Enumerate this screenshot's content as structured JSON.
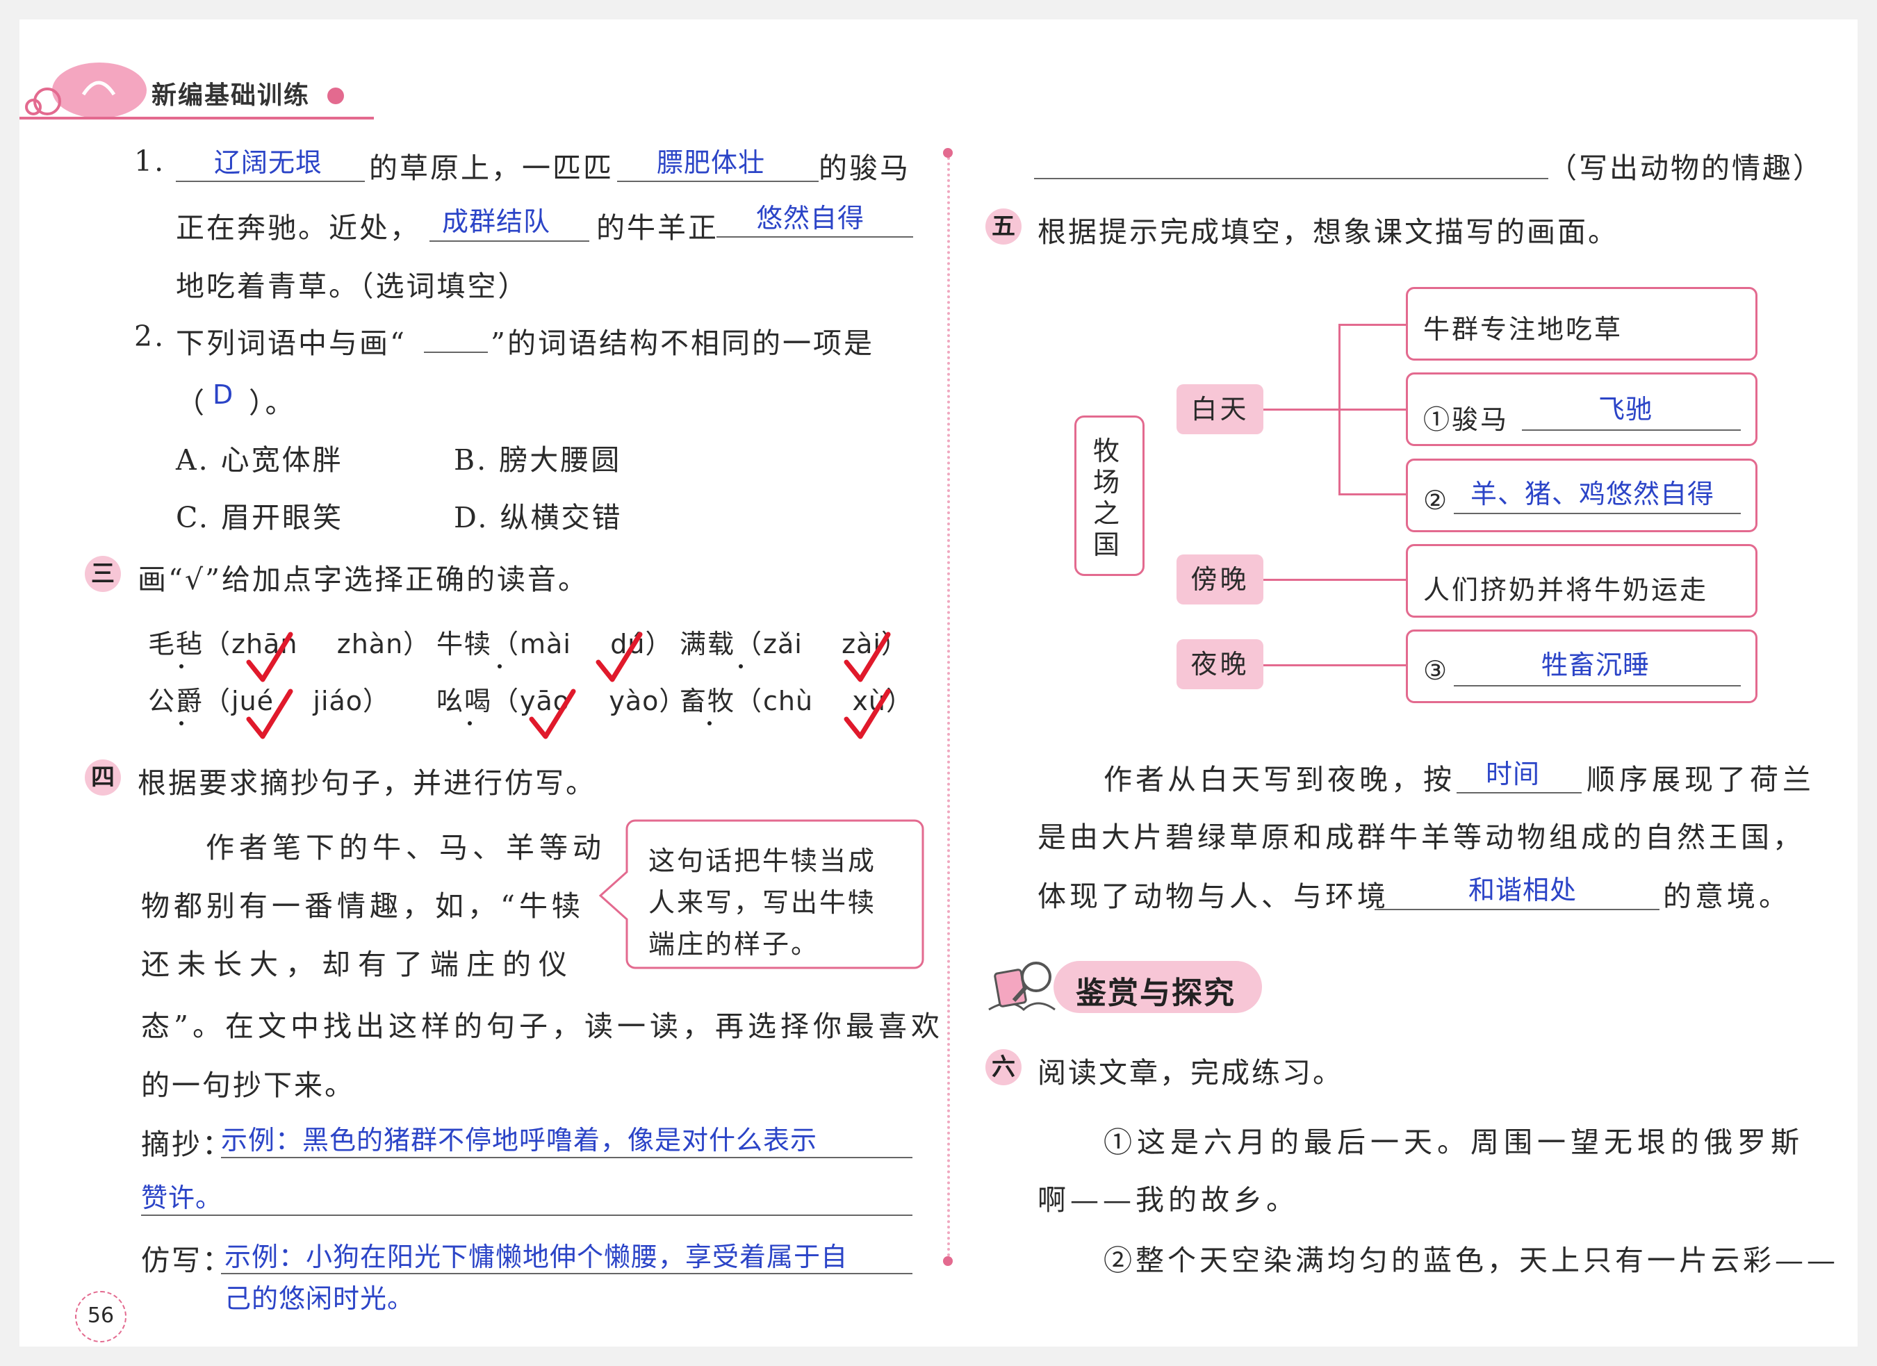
{
  "header": {
    "series_title": "新编基础训练"
  },
  "page_number": "56",
  "left": {
    "q1": {
      "num": "1.",
      "a1": "辽阔无垠",
      "t1": "的草原上，一匹匹",
      "a2": "膘肥体壮",
      "t2": "的骏马",
      "t3": "正在奔驰。近处，",
      "a3": "成群结队",
      "t4": "的牛羊正",
      "a4": "悠然自得",
      "t5": "地吃着青草。（选词填空）"
    },
    "q2": {
      "num": "2.",
      "text_a": "下列词语中与画“",
      "text_b": "”的词语结构不相同的一项是",
      "paren_open": "（",
      "answer": "D",
      "paren_close": "）。",
      "options": [
        "A. 心宽体胖",
        "B. 膀大腰圆",
        "C. 眉开眼笑",
        "D. 纵横交错"
      ]
    },
    "sec3": {
      "label": "三",
      "title": "画“√”给加点字选择正确的读音。",
      "row1": [
        {
          "char": "毛毡",
          "open": "（",
          "p1": "zhān",
          "p2": "zhàn",
          "close": "）"
        },
        {
          "char": "牛犊",
          "open": "（",
          "p1": "mài",
          "p2": "dú",
          "close": "）"
        },
        {
          "char": "满载",
          "open": "（",
          "p1": "zǎi",
          "p2": "zài",
          "close": "）"
        }
      ],
      "row2": [
        {
          "char": "公爵",
          "open": "（",
          "p1": "jué",
          "p2": "jiáo",
          "close": "）"
        },
        {
          "char": "吆喝",
          "open": "（",
          "p1": "yāo",
          "p2": "yào",
          "close": "）"
        },
        {
          "char": "畜牧",
          "open": "（",
          "p1": "chù",
          "p2": "xù",
          "close": "）"
        }
      ]
    },
    "sec4": {
      "label": "四",
      "title": "根据要求摘抄句子，并进行仿写。",
      "para_l1": "作者笔下的牛、马、羊等动",
      "para_l2": "物都别有一番情趣，如，“牛犊",
      "para_l3": "还未长大，却有了端庄的仪",
      "para_l4": "态”。在文中找出这样的句子，读一读，再选择你最喜欢",
      "para_l5": "的一句抄下来。",
      "bubble_l1": "这句话把牛犊当成",
      "bubble_l2": "人来写，写出牛犊",
      "bubble_l3": "端庄的样子。",
      "copy_label": "摘抄：",
      "copy_l1": "示例：黑色的猪群不停地呼噜着，像是对什么表示",
      "copy_l2": "赞许。",
      "imitate_label": "仿写：",
      "imitate_l1": "示例：小狗在阳光下慵懒地伸个懒腰，享受着属于自",
      "imitate_l2": "己的悠闲时光。"
    }
  },
  "right": {
    "top_note": "（写出动物的情趣）",
    "sec5": {
      "label": "五",
      "title": "根据提示完成填空，想象课文描写的画面。",
      "root": [
        "牧",
        "场",
        "之",
        "国"
      ],
      "nodes": {
        "day": "白天",
        "dusk": "傍晚",
        "night": "夜晚"
      },
      "leaves": {
        "l1": "牛群专注地吃草",
        "l2_prefix": "①骏马",
        "l2_ans": "飞驰",
        "l3_prefix": "②",
        "l3_ans": "羊、猪、鸡悠然自得",
        "l4": "人们挤奶并将牛奶运走",
        "l5_prefix": "③",
        "l5_ans": "牲畜沉睡"
      },
      "para_l1a": "作者从白天写到夜晚，按",
      "para_ans1": "时间",
      "para_l1b": "顺序展现了荷兰",
      "para_l2": "是由大片碧绿草原和成群牛羊等动物组成的自然王国，",
      "para_l3a": "体现了动物与人、与环境",
      "para_ans2": "和谐相处",
      "para_l3b": "的意境。"
    },
    "appreciate_title": "鉴赏与探究",
    "sec6": {
      "label": "六",
      "title": "阅读文章，完成练习。",
      "p1_l1": "①这是六月的最后一天。周围一望无垠的俄罗斯",
      "p1_l2": "啊——我的故乡。",
      "p2_l1": "②整个天空染满均匀的蓝色，天上只有一片云彩——"
    }
  },
  "colors": {
    "pink": "#e36a8f",
    "pink_light": "#f7c6d6",
    "answer_blue": "#2b44c7",
    "check_red": "#e0192b"
  }
}
